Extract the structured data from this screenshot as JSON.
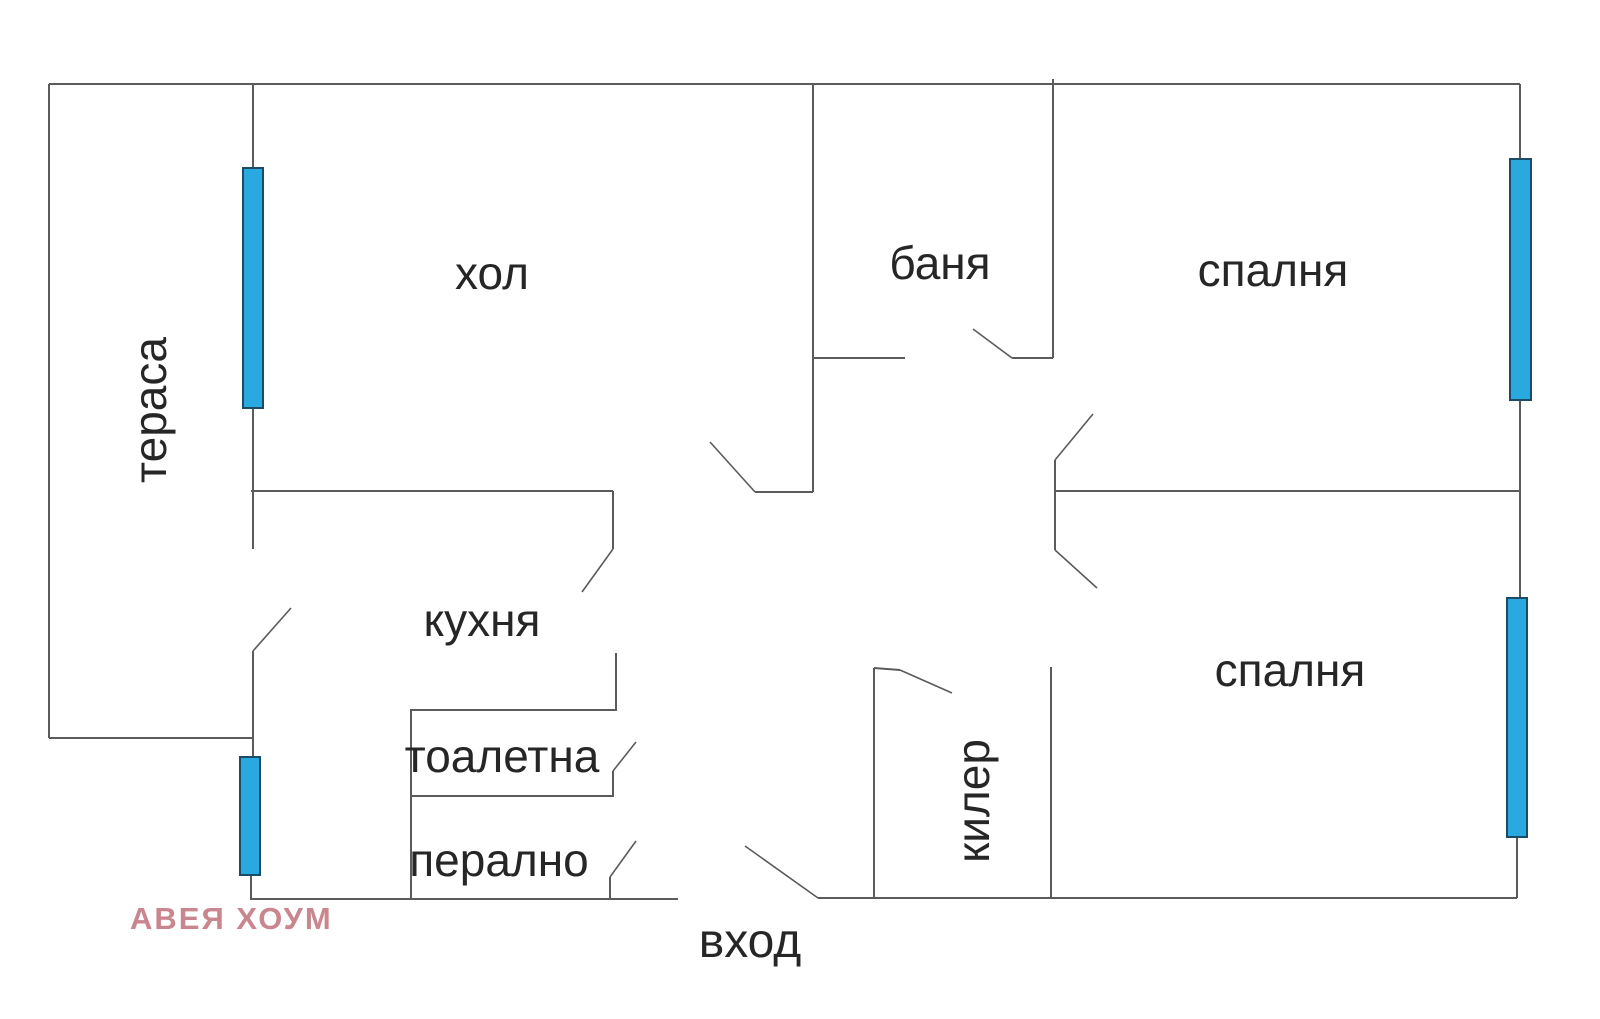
{
  "plan": {
    "type": "apartment-floor-plan",
    "language": "bg",
    "rooms": {
      "terrace": {
        "label": "тераса"
      },
      "hall": {
        "label": "хол"
      },
      "bath": {
        "label": "баня"
      },
      "bedroom_top": {
        "label": "спалня"
      },
      "bedroom_bottom": {
        "label": "спалня"
      },
      "kitchen": {
        "label": "кухня"
      },
      "toilet": {
        "label": "тоалетна"
      },
      "laundry": {
        "label": "перално"
      },
      "storage": {
        "label": "килер"
      },
      "entrance": {
        "label": "вход"
      }
    },
    "watermark": {
      "label": "АВЕЯ ХОУМ"
    }
  },
  "colors": {
    "wall": "#5b5b5b",
    "window_fill": "#2aa9e0",
    "window_stroke": "#1c4b66",
    "label": "#262626",
    "watermark": "#c9868e",
    "background": "#ffffff"
  }
}
